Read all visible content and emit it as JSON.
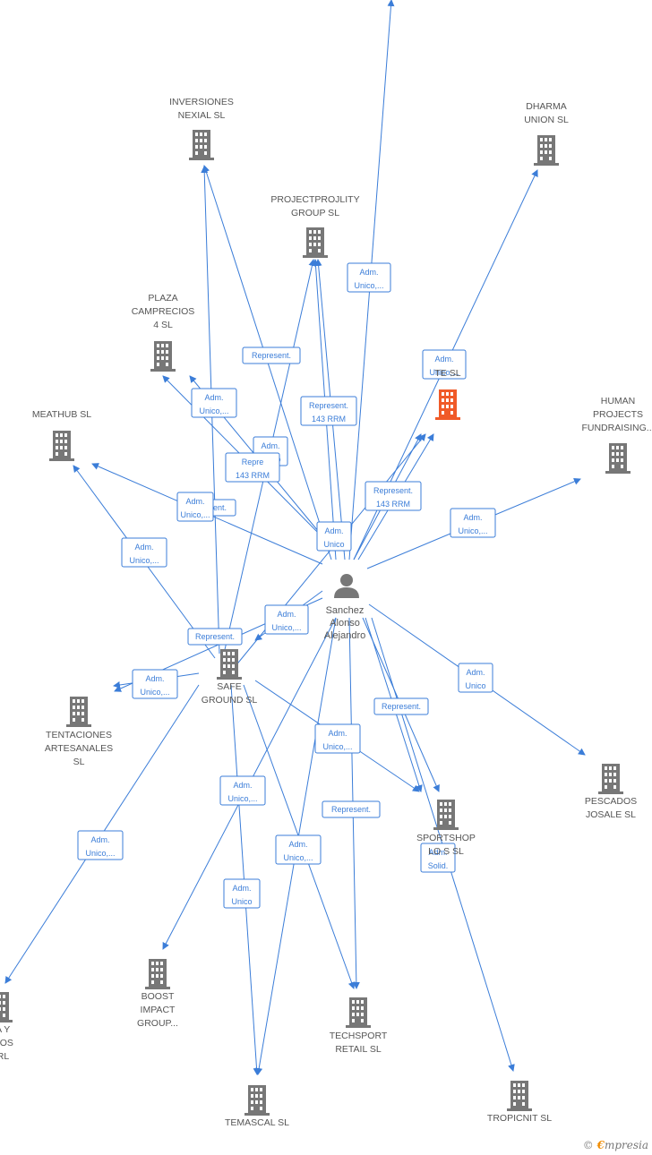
{
  "colors": {
    "edge": "#3b7dd8",
    "building": "#777777",
    "building_highlight": "#f05a28",
    "person": "#777777"
  },
  "person": {
    "label_lines": [
      "Sanchez",
      "Alonso",
      "Alejandro"
    ],
    "icon": "person-icon"
  },
  "nodes": [
    {
      "id": "inversiones",
      "lines": [
        "INVERSIONES",
        "NEXIAL  SL"
      ]
    },
    {
      "id": "dharma",
      "lines": [
        "DHARMA",
        "UNION  SL"
      ]
    },
    {
      "id": "projectprojlity",
      "lines": [
        "PROJECTPROJLITY",
        "GROUP  SL"
      ]
    },
    {
      "id": "plaza",
      "lines": [
        "PLAZA",
        "CAMPRECIOS",
        "4  SL"
      ]
    },
    {
      "id": "te",
      "lines": [
        "TE          SL"
      ],
      "highlight": true
    },
    {
      "id": "meathub",
      "lines": [
        "MEATHUB  SL"
      ]
    },
    {
      "id": "human",
      "lines": [
        "HUMAN",
        "PROJECTS",
        "FUNDRAISING..."
      ]
    },
    {
      "id": "safe",
      "lines": [
        "SAFE",
        "GROUND  SL"
      ]
    },
    {
      "id": "tentaciones",
      "lines": [
        "TENTACIONES",
        "ARTESANALES",
        "SL"
      ]
    },
    {
      "id": "pescados",
      "lines": [
        "PESCADOS",
        "JOSALE  SL"
      ]
    },
    {
      "id": "sportshop",
      "lines": [
        "SPORTSHOP",
        "LO        S  SL"
      ]
    },
    {
      "id": "boost",
      "lines": [
        "BOOST",
        "IMPACT",
        "GROUP..."
      ]
    },
    {
      "id": "techsport",
      "lines": [
        "TECHSPORT",
        "RETAIL  SL"
      ]
    },
    {
      "id": "za",
      "lines": [
        "ZA Y",
        "ADOS",
        "SRL"
      ]
    },
    {
      "id": "temascal",
      "lines": [
        "TEMASCAL SL"
      ]
    },
    {
      "id": "tropicnit",
      "lines": [
        "TROPICNIT SL"
      ]
    }
  ],
  "edge_labels": [
    {
      "id": "e1",
      "lines": [
        "Adm.",
        "Unico,..."
      ]
    },
    {
      "id": "e2",
      "lines": [
        "Represent."
      ]
    },
    {
      "id": "e3",
      "lines": [
        "Adm.",
        "Unico,..."
      ]
    },
    {
      "id": "e4",
      "lines": [
        "Represent.",
        "143 RRM"
      ]
    },
    {
      "id": "e5",
      "lines": [
        "Adm.",
        "Unico,..."
      ]
    },
    {
      "id": "e6",
      "lines": [
        "Adm.",
        "Unico"
      ]
    },
    {
      "id": "e7",
      "lines": [
        "Repre",
        "143 RRM"
      ]
    },
    {
      "id": "e8",
      "lines": [
        "Represent.",
        "143 RRM"
      ]
    },
    {
      "id": "e9",
      "lines": [
        "Represent."
      ]
    },
    {
      "id": "e10",
      "lines": [
        "Adm.",
        "Unico,..."
      ]
    },
    {
      "id": "e11",
      "lines": [
        "Adm.",
        "Unico,..."
      ]
    },
    {
      "id": "e12",
      "lines": [
        "Adm.",
        "Unico"
      ]
    },
    {
      "id": "e13",
      "lines": [
        "Adm.",
        "Unico,..."
      ]
    },
    {
      "id": "e14",
      "lines": [
        "Represent."
      ]
    },
    {
      "id": "e15",
      "lines": [
        "Adm.",
        "Unico,..."
      ]
    },
    {
      "id": "e16",
      "lines": [
        "Adm.",
        "Unico"
      ]
    },
    {
      "id": "e17",
      "lines": [
        "Represent."
      ]
    },
    {
      "id": "e18",
      "lines": [
        "Adm.",
        "Unico,..."
      ]
    },
    {
      "id": "e19",
      "lines": [
        "Adm.",
        "Unico,..."
      ]
    },
    {
      "id": "e20",
      "lines": [
        "Adm.",
        "Unico,..."
      ]
    },
    {
      "id": "e21",
      "lines": [
        "Represent."
      ]
    },
    {
      "id": "e22",
      "lines": [
        "Adm.",
        "Unico"
      ]
    },
    {
      "id": "e23",
      "lines": [
        "Adm.",
        "Unico,..."
      ]
    },
    {
      "id": "e24",
      "lines": [
        "Adm.",
        "Solid."
      ]
    },
    {
      "id": "e25",
      "lines": [
        "Adm.",
        "Unico,..."
      ]
    }
  ],
  "brand": {
    "copyright": "©",
    "e": "€",
    "rest": "mpresia"
  }
}
